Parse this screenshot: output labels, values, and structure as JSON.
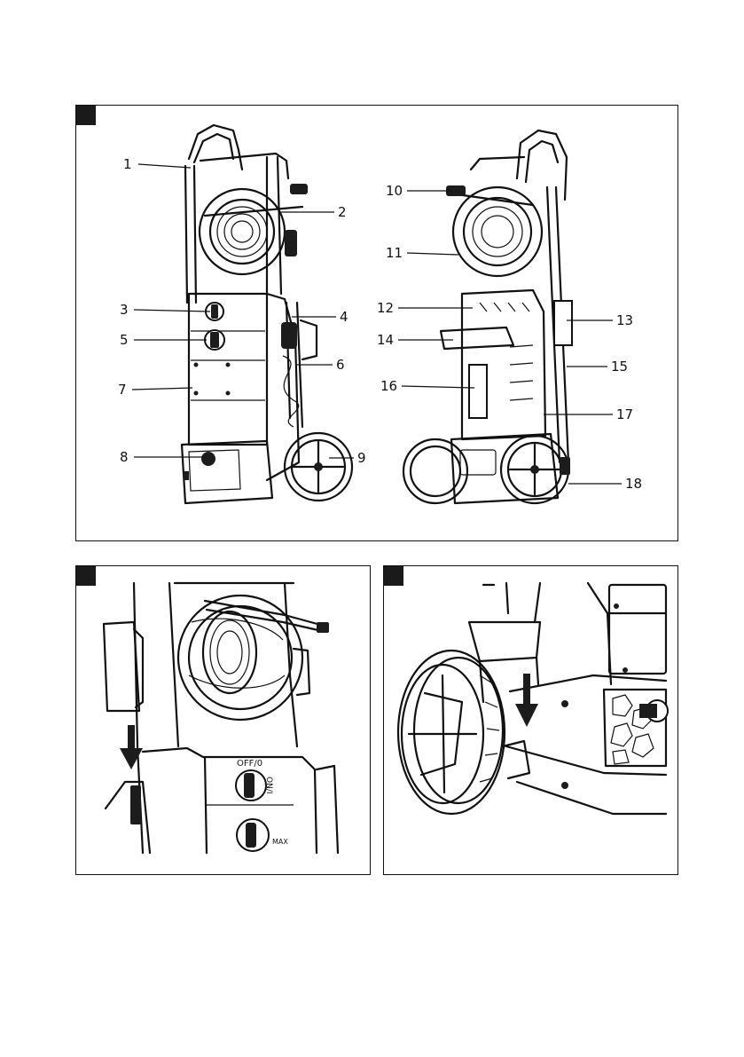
{
  "figure1": {
    "labels": [
      "1",
      "2",
      "3",
      "4",
      "5",
      "6",
      "7",
      "8",
      "9",
      "10",
      "11",
      "12",
      "13",
      "14",
      "15",
      "16",
      "17",
      "18"
    ]
  },
  "figure2": {
    "switch_labels": [
      "OFF/0",
      "ON/I",
      "MAX"
    ]
  },
  "figure3": {},
  "colors": {
    "line": "#111111",
    "fill": "#1c1c1c",
    "background": "#ffffff"
  }
}
